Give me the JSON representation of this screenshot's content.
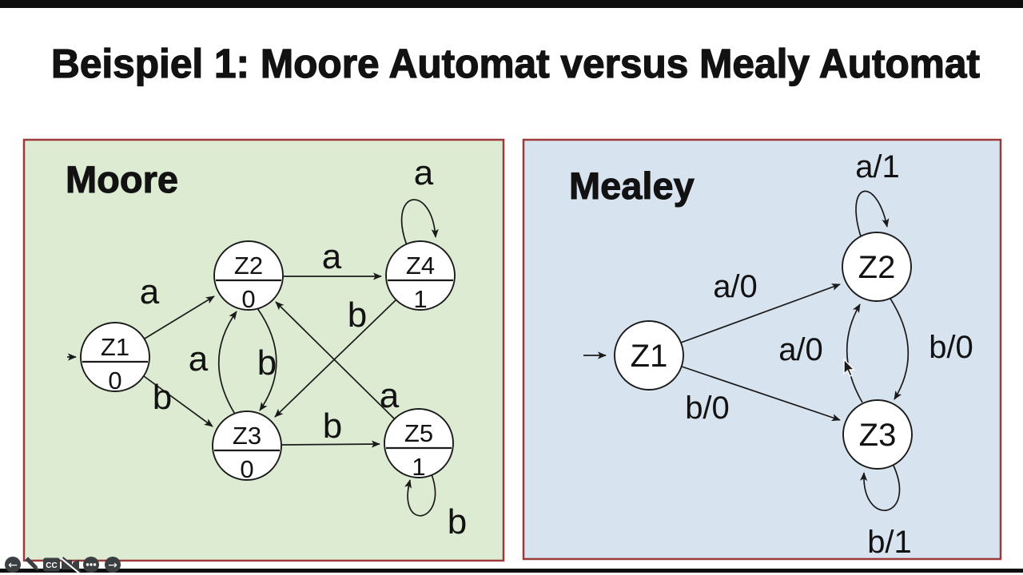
{
  "slide": {
    "title": "Beispiel 1: Moore Automat versus Mealy Automat"
  },
  "colors": {
    "moore_panel_bg": "#dcebd1",
    "mealy_panel_bg": "#d8e3f0",
    "panel_border": "#9a3a3a",
    "ink": "#121212",
    "toolbar_icon": "#3c3f41"
  },
  "moore": {
    "panel_label": "Moore",
    "states": [
      {
        "name": "Z1",
        "output": "0"
      },
      {
        "name": "Z2",
        "output": "0"
      },
      {
        "name": "Z3",
        "output": "0"
      },
      {
        "name": "Z4",
        "output": "1"
      },
      {
        "name": "Z5",
        "output": "1"
      }
    ],
    "edges": [
      {
        "from": "Z1",
        "to": "Z2",
        "label": "a"
      },
      {
        "from": "Z1",
        "to": "Z3",
        "label": "b"
      },
      {
        "from": "Z2",
        "to": "Z4",
        "label": "a"
      },
      {
        "from": "Z2",
        "to": "Z3",
        "label": "b"
      },
      {
        "from": "Z3",
        "to": "Z2",
        "label": "a"
      },
      {
        "from": "Z3",
        "to": "Z5",
        "label": "b"
      },
      {
        "from": "Z4",
        "to": "Z4",
        "label": "a"
      },
      {
        "from": "Z4",
        "to": "Z3",
        "label": "b"
      },
      {
        "from": "Z5",
        "to": "Z2",
        "label": "a"
      },
      {
        "from": "Z5",
        "to": "Z5",
        "label": "b"
      }
    ]
  },
  "mealy": {
    "panel_label": "Mealey",
    "states": [
      {
        "name": "Z1"
      },
      {
        "name": "Z2"
      },
      {
        "name": "Z3"
      }
    ],
    "edges": [
      {
        "from": "Z1",
        "to": "Z2",
        "label": "a/0"
      },
      {
        "from": "Z1",
        "to": "Z3",
        "label": "b/0"
      },
      {
        "from": "Z2",
        "to": "Z2",
        "label": "a/1"
      },
      {
        "from": "Z2",
        "to": "Z3",
        "label": "b/0"
      },
      {
        "from": "Z3",
        "to": "Z2",
        "label": "a/0"
      },
      {
        "from": "Z3",
        "to": "Z3",
        "label": "b/1"
      }
    ]
  },
  "toolbar": {
    "icons": [
      {
        "name": "back",
        "glyph": "←"
      },
      {
        "name": "draw-pencil"
      },
      {
        "name": "closed-captions",
        "glyph": "CC"
      },
      {
        "name": "camera-off"
      },
      {
        "name": "more-options"
      },
      {
        "name": "forward",
        "glyph": "→"
      }
    ]
  }
}
